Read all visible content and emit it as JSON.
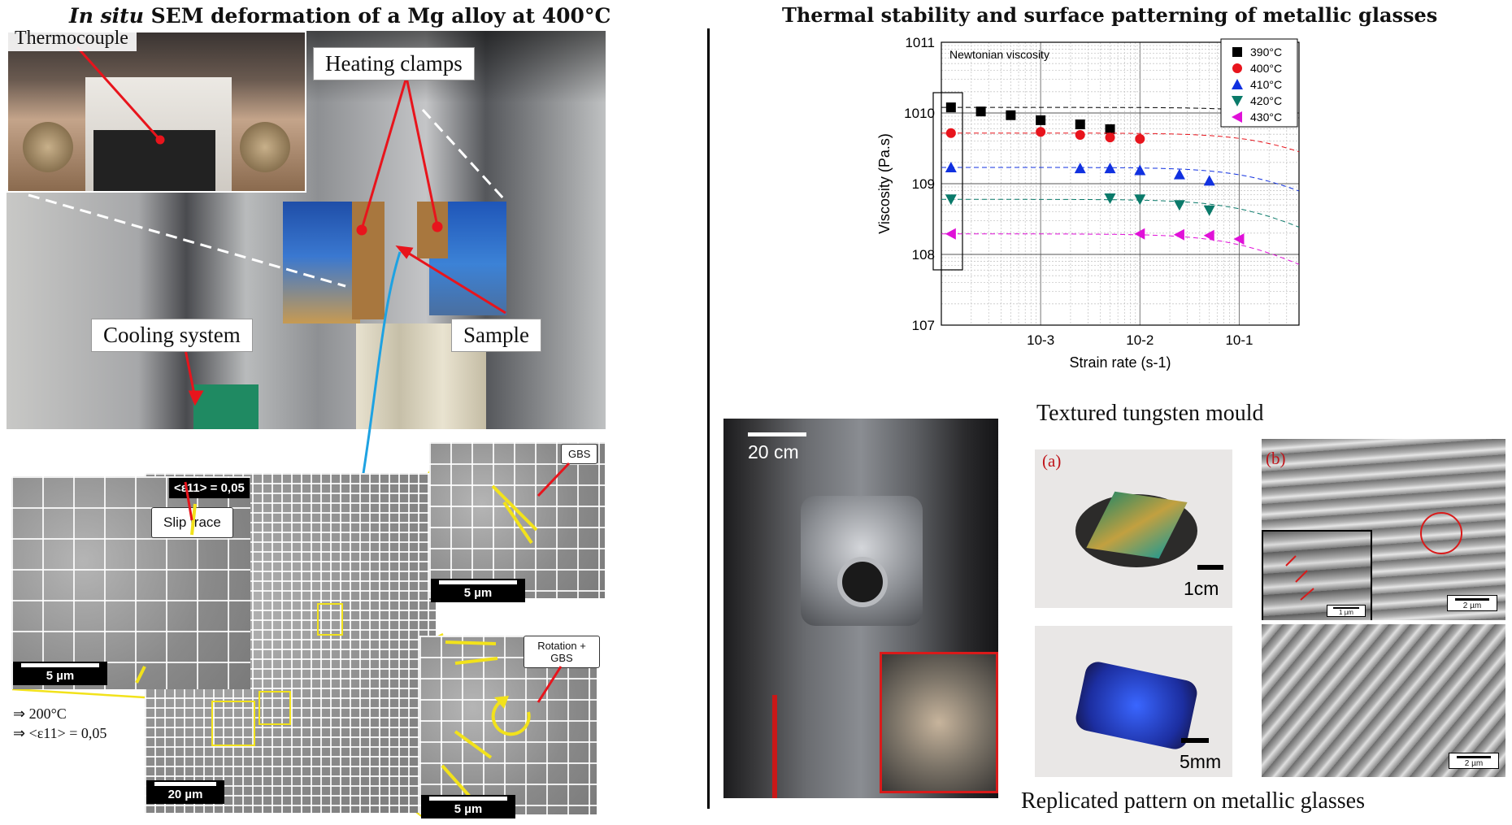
{
  "left_title": {
    "italic": "In situ",
    "rest": "SEM deformation of a Mg alloy at 400°C"
  },
  "right_title": "Thermal stability and surface patterning of metallic glasses",
  "callouts": {
    "thermocouple": "Thermocouple",
    "heating_clamps": "Heating clamps",
    "cooling_system": "Cooling system",
    "sample": "Sample"
  },
  "sem": {
    "strain_badge": "<ε11> = 0,05",
    "slip_trace": "Slip trace",
    "gbs": "GBS",
    "rotation_gbs": "Rotation + GBS",
    "scale_5um": "5 µm",
    "scale_20um": "20 µm",
    "cond_temp": "⇒ 200°C",
    "cond_strain": "⇒ <ε11> = 0,05"
  },
  "chart_data": {
    "type": "scatter",
    "title": "",
    "xlabel": "Strain rate (s-1)",
    "ylabel": "Viscosity (Pa.s)",
    "xscale": "log",
    "yscale": "log",
    "xlim": [
      0.0001,
      0.4
    ],
    "ylim": [
      10000000,
      100000000000
    ],
    "x_ticks": [
      "10-3",
      "10-2",
      "10-1"
    ],
    "y_ticks": [
      "10^7",
      "10^8",
      "10^9",
      "10^10",
      "10^11"
    ],
    "annotation": "Newtonian viscosity",
    "legend_position": "top-right",
    "grid": true,
    "series": [
      {
        "name": "390°C",
        "marker": "square",
        "color": "#000000",
        "x": [
          0.000125,
          0.00025,
          0.0005,
          0.001,
          0.0025,
          0.005
        ],
        "y": [
          12000000000,
          10500000000,
          9300000000,
          7900000000,
          6900000000,
          5900000000
        ]
      },
      {
        "name": "400°C",
        "marker": "circle",
        "color": "#e8141c",
        "x": [
          0.000125,
          0.001,
          0.0025,
          0.005,
          0.01
        ],
        "y": [
          5200000000,
          5400000000,
          4900000000,
          4500000000,
          4300000000
        ]
      },
      {
        "name": "410°C",
        "marker": "triangle-up",
        "color": "#1030e0",
        "x": [
          0.000125,
          0.0025,
          0.005,
          0.01,
          0.025,
          0.05
        ],
        "y": [
          1700000000,
          1650000000,
          1650000000,
          1550000000,
          1350000000,
          1100000000
        ]
      },
      {
        "name": "420°C",
        "marker": "triangle-down",
        "color": "#0a7a6a",
        "x": [
          0.000125,
          0.005,
          0.01,
          0.025,
          0.05
        ],
        "y": [
          600000000,
          620000000,
          600000000,
          500000000,
          420000000
        ]
      },
      {
        "name": "430°C",
        "marker": "triangle-left",
        "color": "#e010d8",
        "x": [
          0.000125,
          0.01,
          0.025,
          0.05,
          0.1
        ],
        "y": [
          195000000,
          195000000,
          190000000,
          185000000,
          165000000
        ]
      }
    ]
  },
  "mould": {
    "textured_label": "Textured tungsten mould",
    "replicated_label": "Replicated pattern on metallic glasses",
    "panel_a": "(a)",
    "panel_b": "(b)",
    "scale_1cm": "1cm",
    "scale_5mm": "5mm",
    "scale_20cm": "20 cm",
    "scale_2um": "2 µm",
    "scale_1um": "1 µm"
  }
}
